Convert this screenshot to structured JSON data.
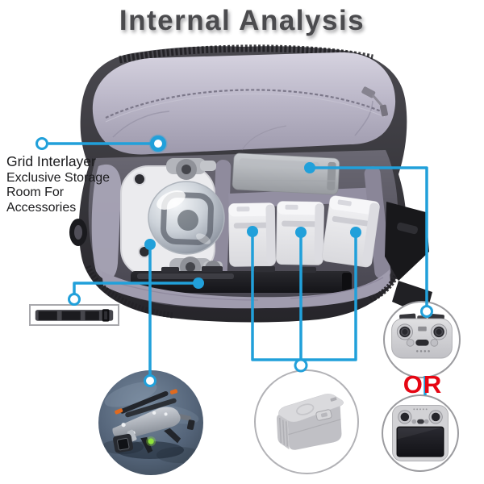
{
  "title": "Internal Analysis",
  "left_label": {
    "lines": [
      "Grid Interlayer",
      "Exclusive Storage",
      "Room For",
      "Accessories"
    ]
  },
  "or_label": "OR",
  "colors": {
    "callout_blue": "#21a0da",
    "or_red": "#e60613",
    "title_gray": "#4b4b4e",
    "flap_lavender": "#b8b4c5",
    "bag_shell": "#2c2b31",
    "photo_blue": "#55657a"
  },
  "icons": {
    "callout-dot": "filled-circle",
    "callout-open-circle": "outlined-circle",
    "callout-ring-dot": "ring-circle"
  }
}
